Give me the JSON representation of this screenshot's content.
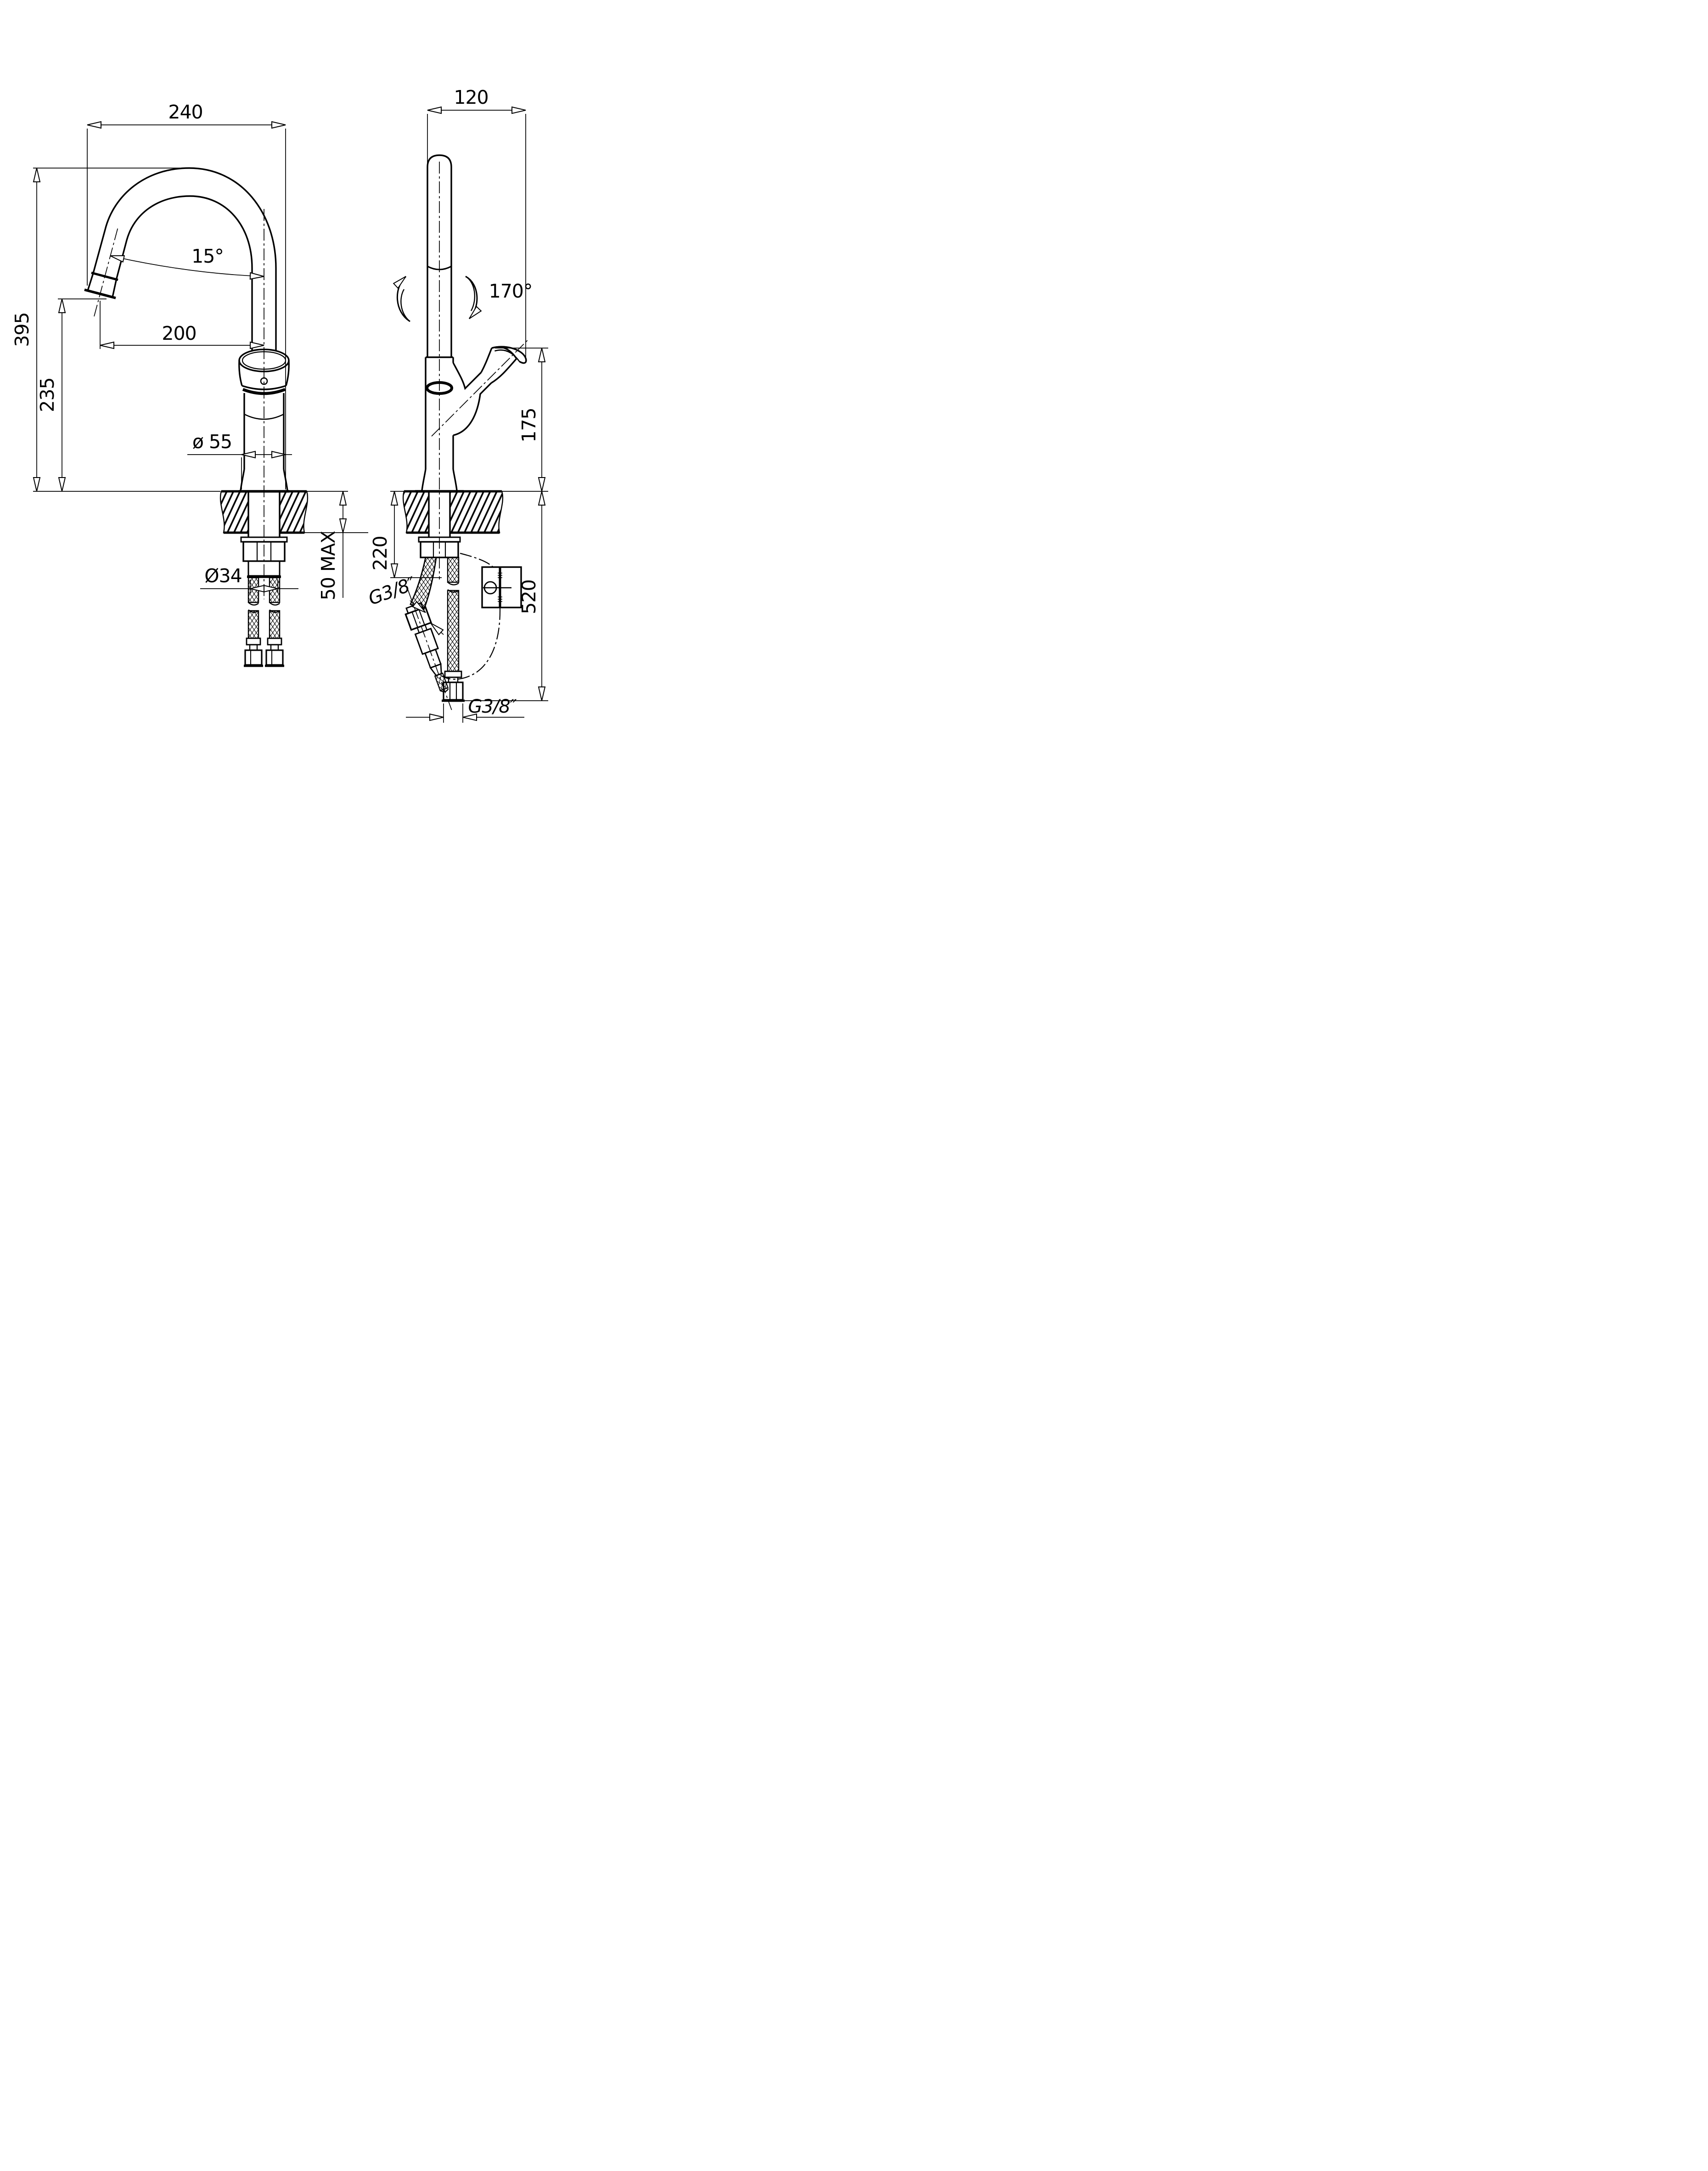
{
  "drawing": {
    "type": "technical installation drawing",
    "subject": "single-lever kitchen faucet with pull-out spout, two views with dimensions",
    "background_color": "#ffffff",
    "line_color": "#000000"
  },
  "views": {
    "front": {
      "label": "front view"
    },
    "side": {
      "label": "side view"
    }
  },
  "dims": {
    "d240": "240",
    "a15": "15°",
    "d395": "395",
    "d200": "200",
    "d235": "235",
    "d55": "ø 55",
    "d34": "Ø34",
    "d50max": "50  MAX",
    "d120": "120",
    "a170": "170°",
    "d175": "175",
    "d220": "220",
    "g38_supply": "G3/8″",
    "d520": "520",
    "g38_hose": "G3/8″"
  }
}
